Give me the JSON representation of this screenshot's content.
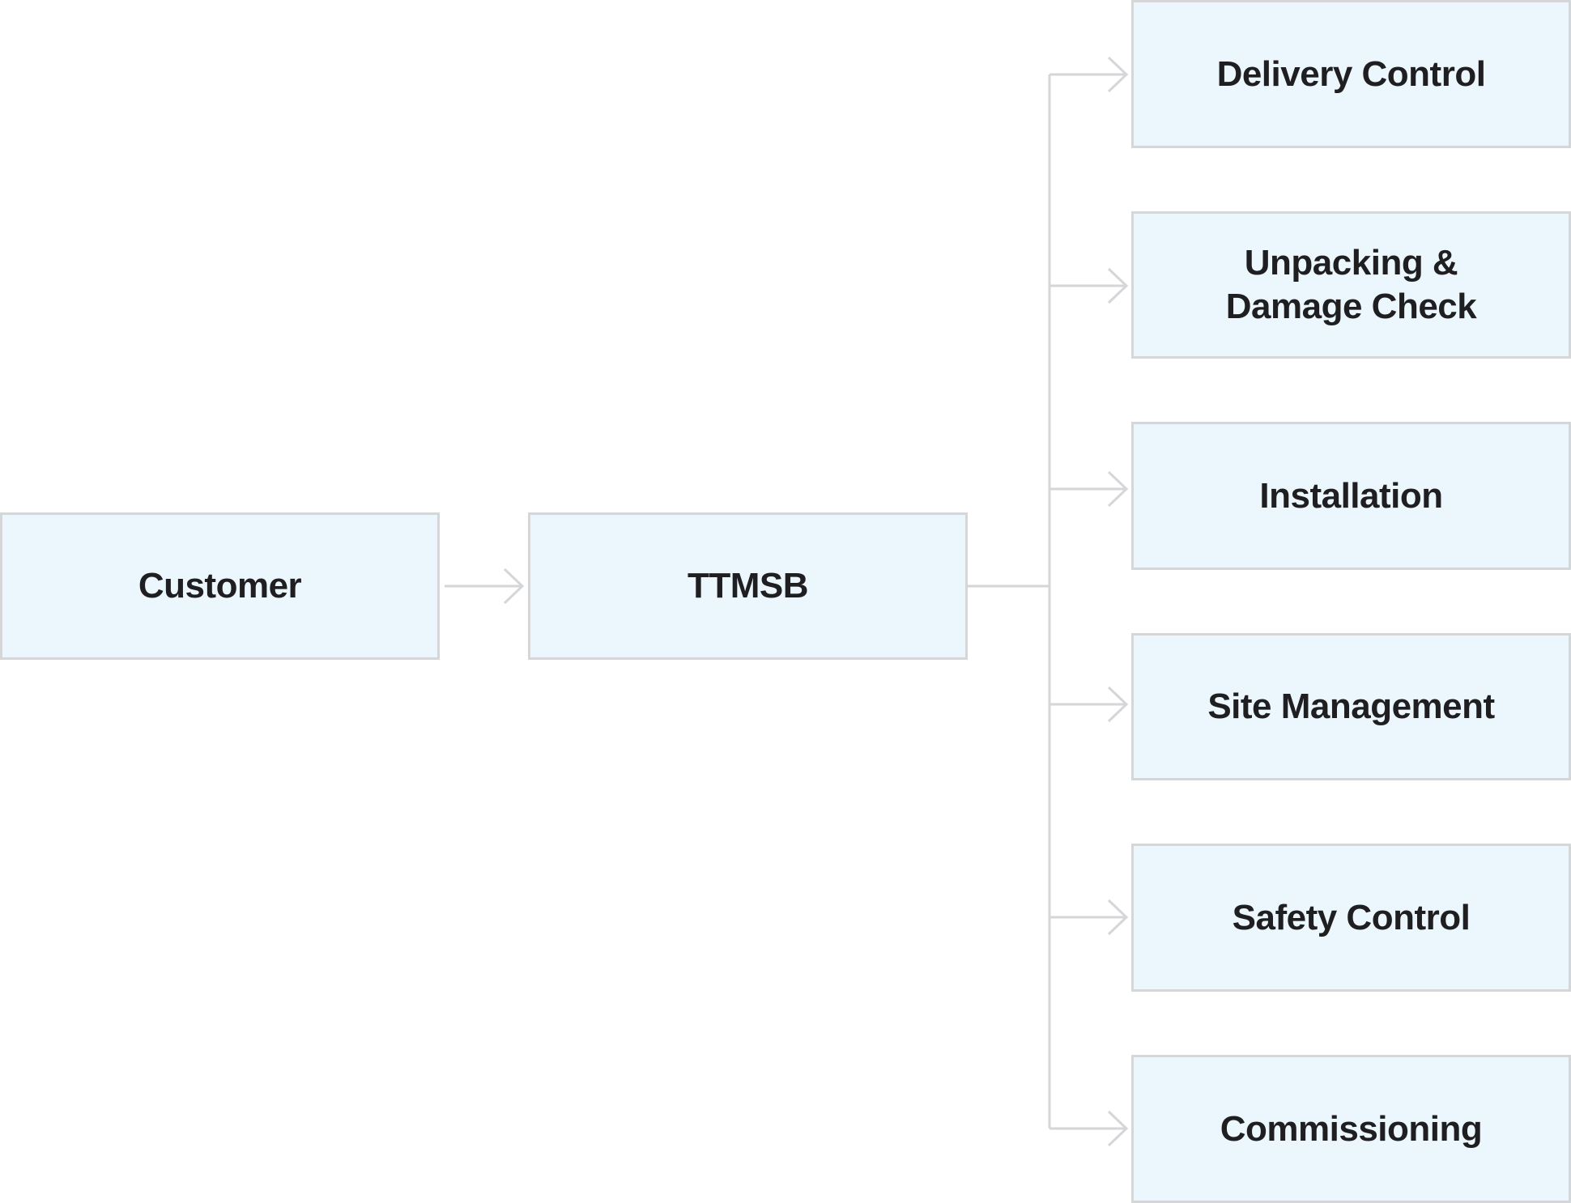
{
  "diagram": {
    "source": {
      "label": "Customer"
    },
    "hub": {
      "label": "TTMSB"
    },
    "services": [
      {
        "label": "Delivery Control"
      },
      {
        "label": "Unpacking & Damage Check"
      },
      {
        "label": "Installation"
      },
      {
        "label": "Site Management"
      },
      {
        "label": "Safety Control"
      },
      {
        "label": "Commissioning"
      }
    ]
  },
  "colors": {
    "box_fill": "#ebf6fd",
    "box_border": "#d4d6d8",
    "connector": "#d4d6d8",
    "text": "#1f1f21",
    "background": "#ffffff"
  }
}
